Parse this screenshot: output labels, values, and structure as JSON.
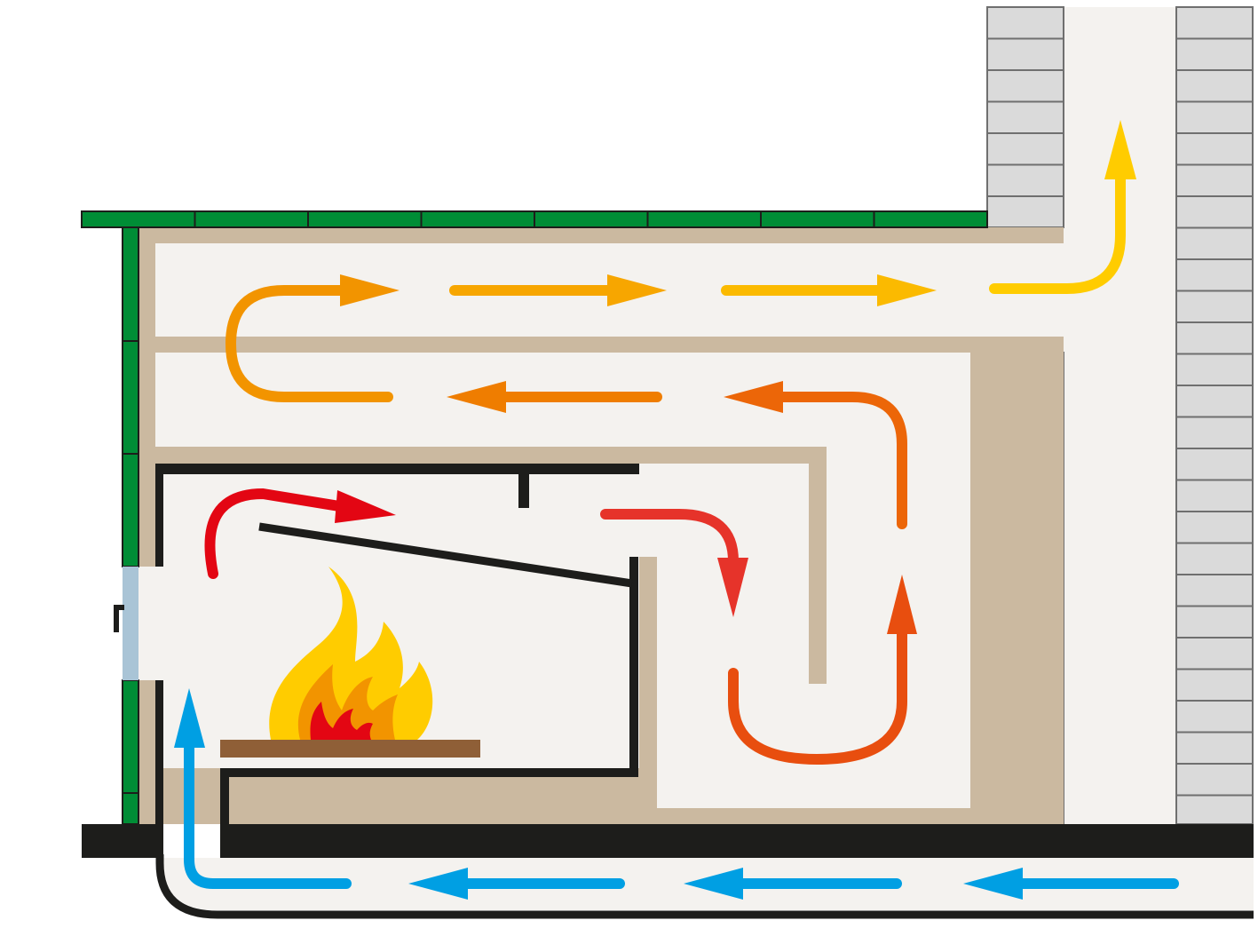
{
  "diagram": {
    "subject": "fireplace-airflow-cross-section",
    "colors": {
      "background": "#f4f2ef",
      "insulation": "#cbb9a0",
      "tiles": "#008d36",
      "steel": "#1d1d1b",
      "brick": "#dadada",
      "brick_joint": "#6f6f6f",
      "glass": "#a9c4d6",
      "grate": "#8f5f37",
      "cold_air": "#009fe3",
      "flame_outer": "#ffcc00",
      "flame_mid": "#f29400",
      "flame_core": "#e30613"
    },
    "flow_arrows": [
      {
        "name": "combustion-air-1",
        "color": "#009fe3"
      },
      {
        "name": "combustion-air-2",
        "color": "#009fe3"
      },
      {
        "name": "combustion-air-3",
        "color": "#009fe3"
      },
      {
        "name": "combustion-air-riser",
        "color": "#009fe3"
      },
      {
        "name": "hot-gas-baffle",
        "color": "#e30613"
      },
      {
        "name": "hot-gas-down",
        "color": "#e6332a"
      },
      {
        "name": "hot-gas-u-turn",
        "color": "#e84e0f"
      },
      {
        "name": "flue-gas-return-1",
        "color": "#ec6608"
      },
      {
        "name": "flue-gas-return-2",
        "color": "#ef7d00"
      },
      {
        "name": "flue-gas-u-turn",
        "color": "#f29400"
      },
      {
        "name": "flue-gas-forward-1",
        "color": "#f7a600"
      },
      {
        "name": "flue-gas-forward-2",
        "color": "#fbba00"
      },
      {
        "name": "flue-gas-chimney",
        "color": "#ffcc00"
      }
    ]
  }
}
